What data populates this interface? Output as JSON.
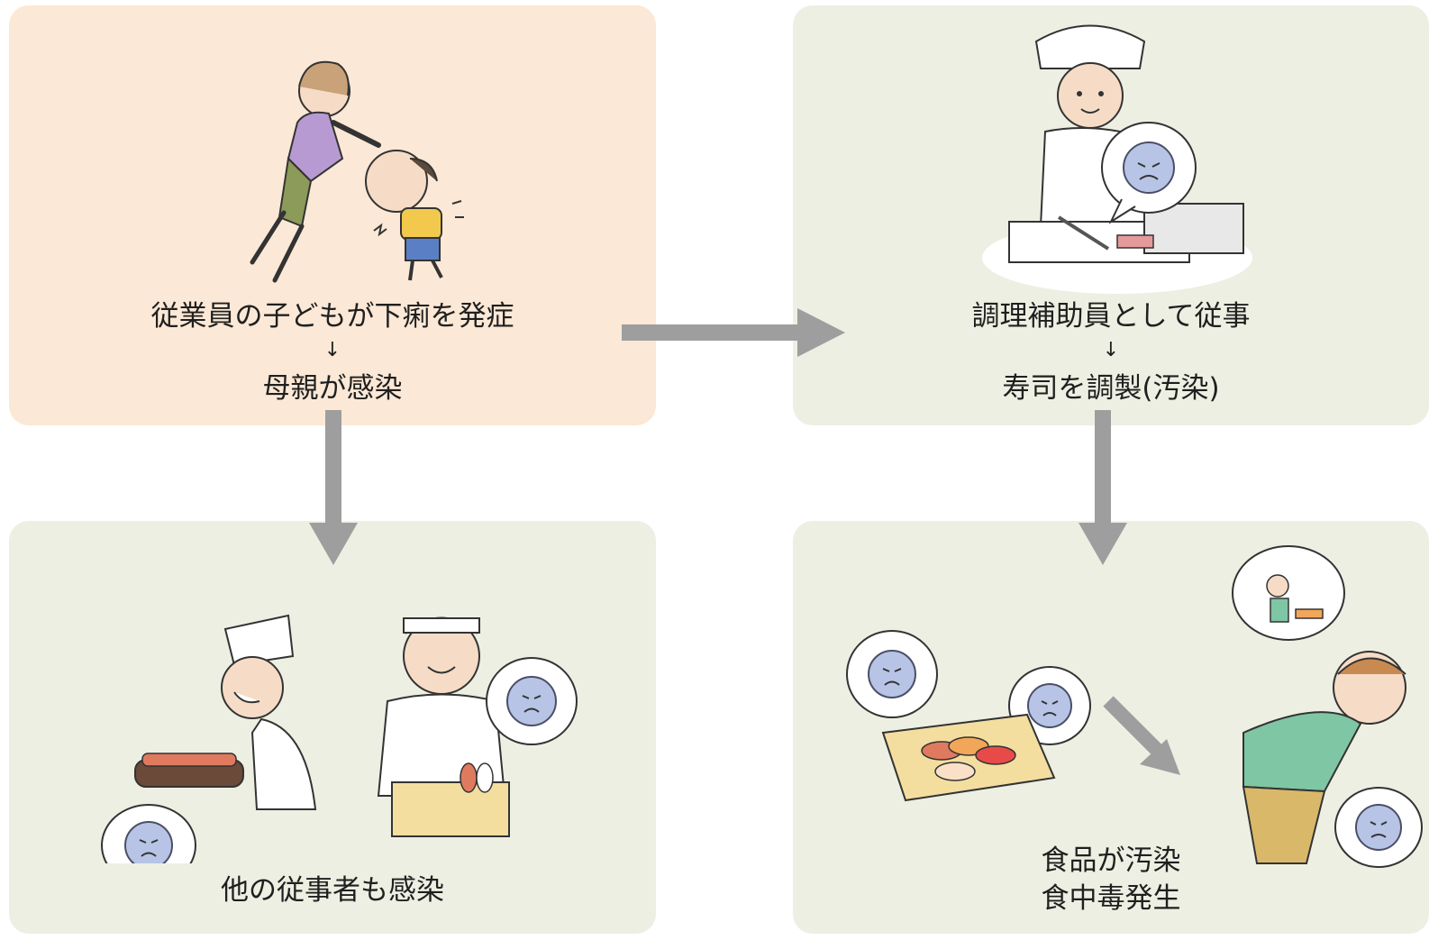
{
  "colors": {
    "panel_source": "#fbe8d6",
    "panel_other": "#edefe2",
    "flow_arrow": "#9e9e9e",
    "virus_fill": "#b7c4e6",
    "virus_stroke": "#4a4f66"
  },
  "panels": {
    "top_left": {
      "line1": "従業員の子どもが下痢を発症",
      "arrow": "↓",
      "line2": "母親が感染"
    },
    "top_right": {
      "line1": "調理補助員として従事",
      "arrow": "↓",
      "line2": "寿司を調製(汚染)"
    },
    "bottom_left": {
      "line1": "他の従事者も感染"
    },
    "bottom_right": {
      "line1": "食品が汚染",
      "line2": "食中毒発生"
    }
  },
  "icons": {
    "virus": "norovirus-face-icon",
    "flow": "gray-block-arrow-icon"
  }
}
